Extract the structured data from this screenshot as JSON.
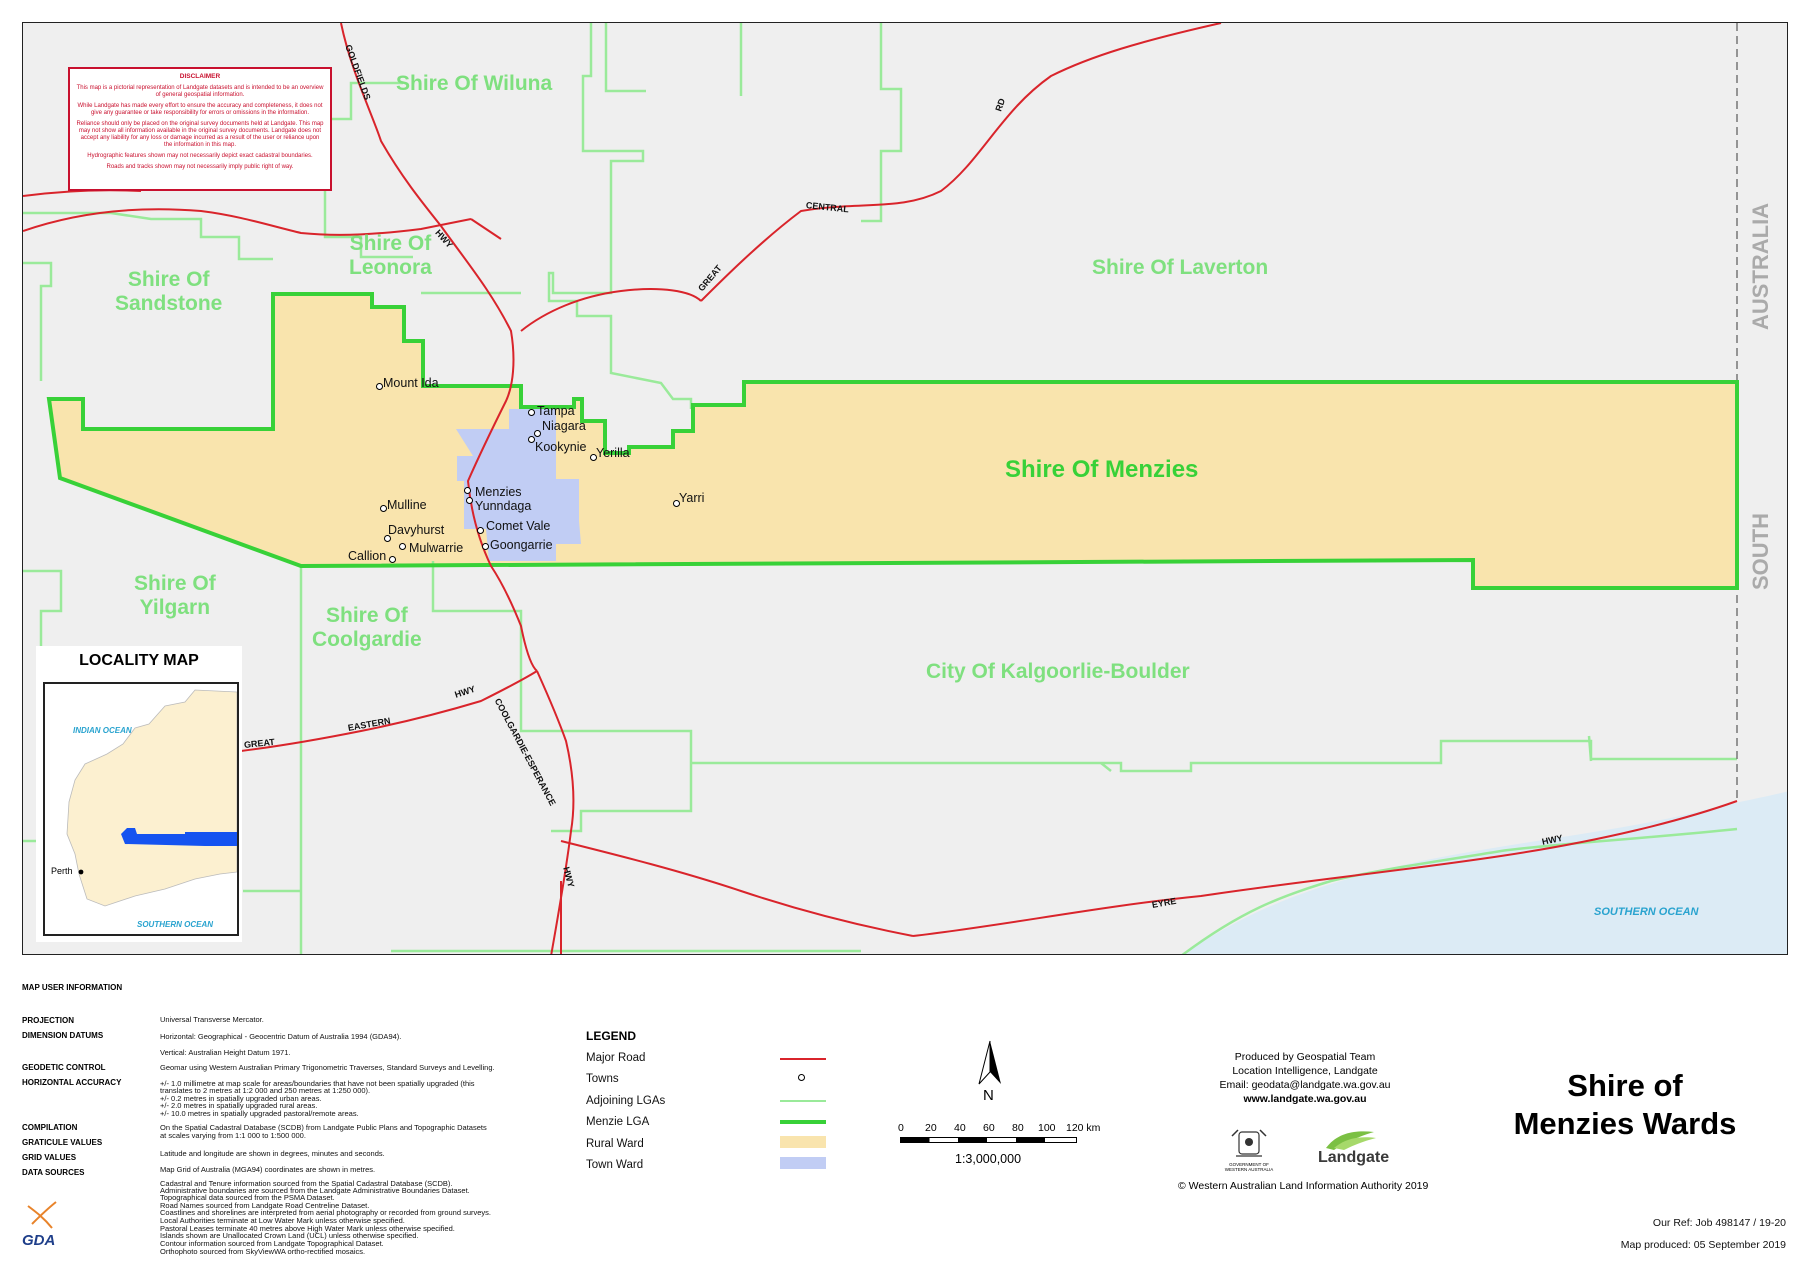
{
  "map": {
    "lgas": {
      "wiluna": "Shire Of Wiluna",
      "leonora": "Shire Of\nLeonora",
      "sandstone": "Shire Of\nSandstone",
      "laverton": "Shire Of Laverton",
      "menzies": "Shire Of Menzies",
      "yilgarn": "Shire Of\nYilgarn",
      "coolgardie": "Shire Of\nCoolgardie",
      "kalgoorlie": "City Of Kalgoorlie-Boulder"
    },
    "towns": [
      "Mount Ida",
      "Tampa",
      "Niagara",
      "Kookynie",
      "Yerilla",
      "Menzies",
      "Yunndaga",
      "Yarri",
      "Mulline",
      "Davyhurst",
      "Comet Vale",
      "Mulwarrie",
      "Goongarrie",
      "Callion"
    ],
    "roads": {
      "goldfields": "GOLDFIELDS",
      "hwy": "HWY",
      "rd": "RD",
      "central": "CENTRAL",
      "great": "GREAT",
      "eastern": "EASTERN",
      "coolgardie_esperance": "COOLGARDIE-ESPERANCE",
      "eyre": "EYRE"
    },
    "south_australia": [
      "AUSTRALIA",
      "SOUTH"
    ],
    "southern_ocean": "SOUTHERN OCEAN",
    "disclaimer": {
      "title": "DISCLAIMER",
      "paragraphs": [
        "This map is a pictorial representation of Landgate datasets and is intended to be an overview of general geospatial information.",
        "While Landgate has made every effort to ensure the accuracy and completeness, it does not give any guarantee or take responsibility for errors or omissions in the information.",
        "Reliance should only be placed on the original survey documents held at Landgate. This map may not show all information available in the original survey documents. Landgate does not accept any liability for any loss or damage incurred as a result of the user or reliance upon the information in this map.",
        "Hydrographic features shown may not necessarily depict exact cadastral boundaries.",
        "Roads and tracks shown may not necessarily imply public right of way."
      ]
    },
    "locality": {
      "title": "LOCALITY MAP",
      "indian_ocean": "INDIAN OCEAN",
      "southern_ocean": "SOUTHERN OCEAN",
      "perth": "Perth"
    }
  },
  "info": {
    "heading": "MAP USER INFORMATION",
    "rows": [
      {
        "k": "PROJECTION",
        "v": [
          "Universal Transverse Mercator."
        ]
      },
      {
        "k": "DIMENSION DATUMS",
        "v": [
          "Horizontal: Geographical - Geocentric Datum of Australia 1994 (GDA94).",
          "",
          "Vertical: Australian Height Datum 1971."
        ]
      },
      {
        "k": "GEODETIC CONTROL",
        "v": [
          "Geomar using Western Australian Primary Trigonometric Traverses, Standard Surveys and Levelling."
        ]
      },
      {
        "k": "HORIZONTAL ACCURACY",
        "v": [
          "+/- 1.0 millimetre at map scale for areas/boundaries that have not been spatially upgraded (this",
          "translates to 2 metres at 1:2 000 and 250 metres at 1:250 000).",
          "+/- 0.2 metres in spatially upgraded urban areas.",
          "+/- 2.0 metres in spatially upgraded rural areas.",
          "+/- 10.0 metres in spatially upgraded pastoral/remote areas."
        ]
      },
      {
        "k": "COMPILATION",
        "v": [
          "On the Spatial Cadastral Database (SCDB) from Landgate Public Plans and Topographic Datasets",
          "at scales varying from 1:1 000 to 1:500 000."
        ]
      },
      {
        "k": "GRATICULE VALUES",
        "v": []
      },
      {
        "k": "GRID VALUES",
        "v": [
          "Latitude and longitude are shown in degrees, minutes and seconds."
        ]
      },
      {
        "k": "DATA SOURCES",
        "v": [
          "Map Grid of Australia (MGA94) coordinates are shown in metres."
        ]
      }
    ],
    "sources": [
      "Cadastral and Tenure information sourced from the Spatial Cadastral Database (SCDB).",
      "Administrative boundaries are sourced from the Landgate Administrative Boundaries Dataset.",
      "Topographical data sourced from the PSMA Dataset.",
      "Road Names sourced from Landgate Road Centreline Dataset.",
      "Coastlines and shorelines are interpreted from aerial photography or recorded from ground surveys.",
      "Local Authorities terminate at Low Water Mark unless otherwise specified.",
      "Pastoral Leases terminate 40 metres above High Water Mark unless otherwise specified.",
      "Islands shown are Unallocated Crown Land (UCL) unless otherwise specified.",
      "Contour information sourced from Landgate Topographical Dataset.",
      "Orthophoto sourced from SkyViewWA ortho-rectified mosaics."
    ],
    "gda": "GDA"
  },
  "legend": {
    "title": "LEGEND",
    "items": [
      {
        "label": "Major Road",
        "color": "#d9242b"
      },
      {
        "label": "Towns",
        "color": "#000000"
      },
      {
        "label": "Adjoining LGAs",
        "color": "#9aea9a"
      },
      {
        "label": "Menzie LGA",
        "color": "#38d138"
      },
      {
        "label": "Rural Ward",
        "color": "#f9e4ad"
      },
      {
        "label": "Town Ward",
        "color": "#c1cdf4"
      }
    ]
  },
  "scale": {
    "north": "N",
    "ticks": [
      "0",
      "20",
      "40",
      "60",
      "80",
      "100",
      "120 km"
    ],
    "ratio": "1:3,000,000"
  },
  "credits": {
    "lines": [
      "Produced by Geospatial Team",
      "Location Intelligence, Landgate",
      "Email: geodata@landgate.wa.gov.au",
      "www.landgate.wa.gov.au"
    ],
    "gov": "GOVERNMENT OF\nWESTERN AUSTRALIA",
    "landgate": "Landgate",
    "copyright": "© Western Australian Land Information Authority 2019"
  },
  "title": {
    "line1": "Shire of",
    "line2": "Menzies Wards"
  },
  "footer": {
    "ref": "Our Ref: Job 498147 / 19-20",
    "produced": "Map produced: 05 September 2019"
  },
  "colors": {
    "road": "#d9242b",
    "adjoining": "#9aea9a",
    "menzies": "#38d138",
    "rural": "#f9e4ad",
    "town_ward": "#c1cdf4",
    "sea": "#dcebf5"
  }
}
